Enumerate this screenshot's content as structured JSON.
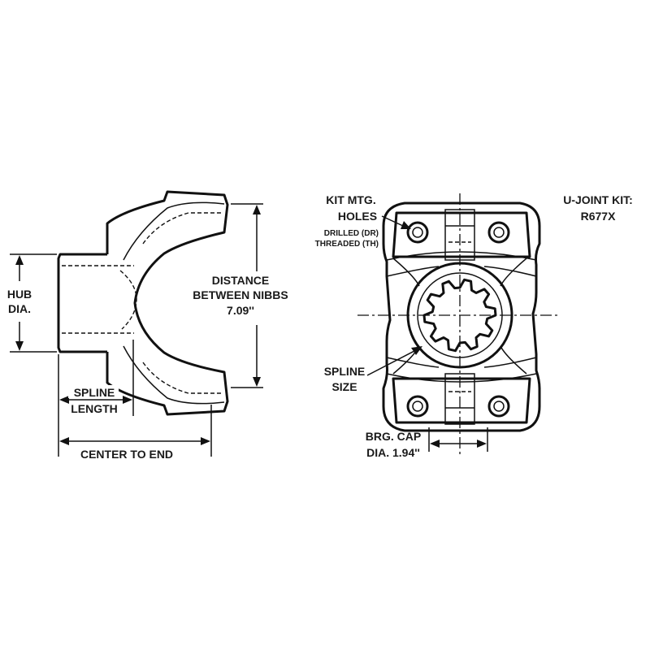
{
  "labels": {
    "hub_dia": [
      "HUB",
      "DIA."
    ],
    "distance_between_nibbs": [
      "DISTANCE",
      "BETWEEN NIBBS",
      "7.09''"
    ],
    "spline_length": [
      "SPLINE",
      "LENGTH"
    ],
    "center_to_end": "CENTER TO END",
    "kit_mtg_holes": [
      "KIT MTG.",
      "HOLES"
    ],
    "drilled_threaded": [
      "DRILLED (DR)",
      "THREADED (TH)"
    ],
    "ujoint_kit": [
      "U-JOINT KIT:",
      "R677X"
    ],
    "spline_size": [
      "SPLINE",
      "SIZE"
    ],
    "brg_cap_dia": [
      "BRG. CAP",
      "DIA. 1.94''"
    ]
  },
  "colors": {
    "ink": "#111111",
    "background": "#ffffff"
  }
}
